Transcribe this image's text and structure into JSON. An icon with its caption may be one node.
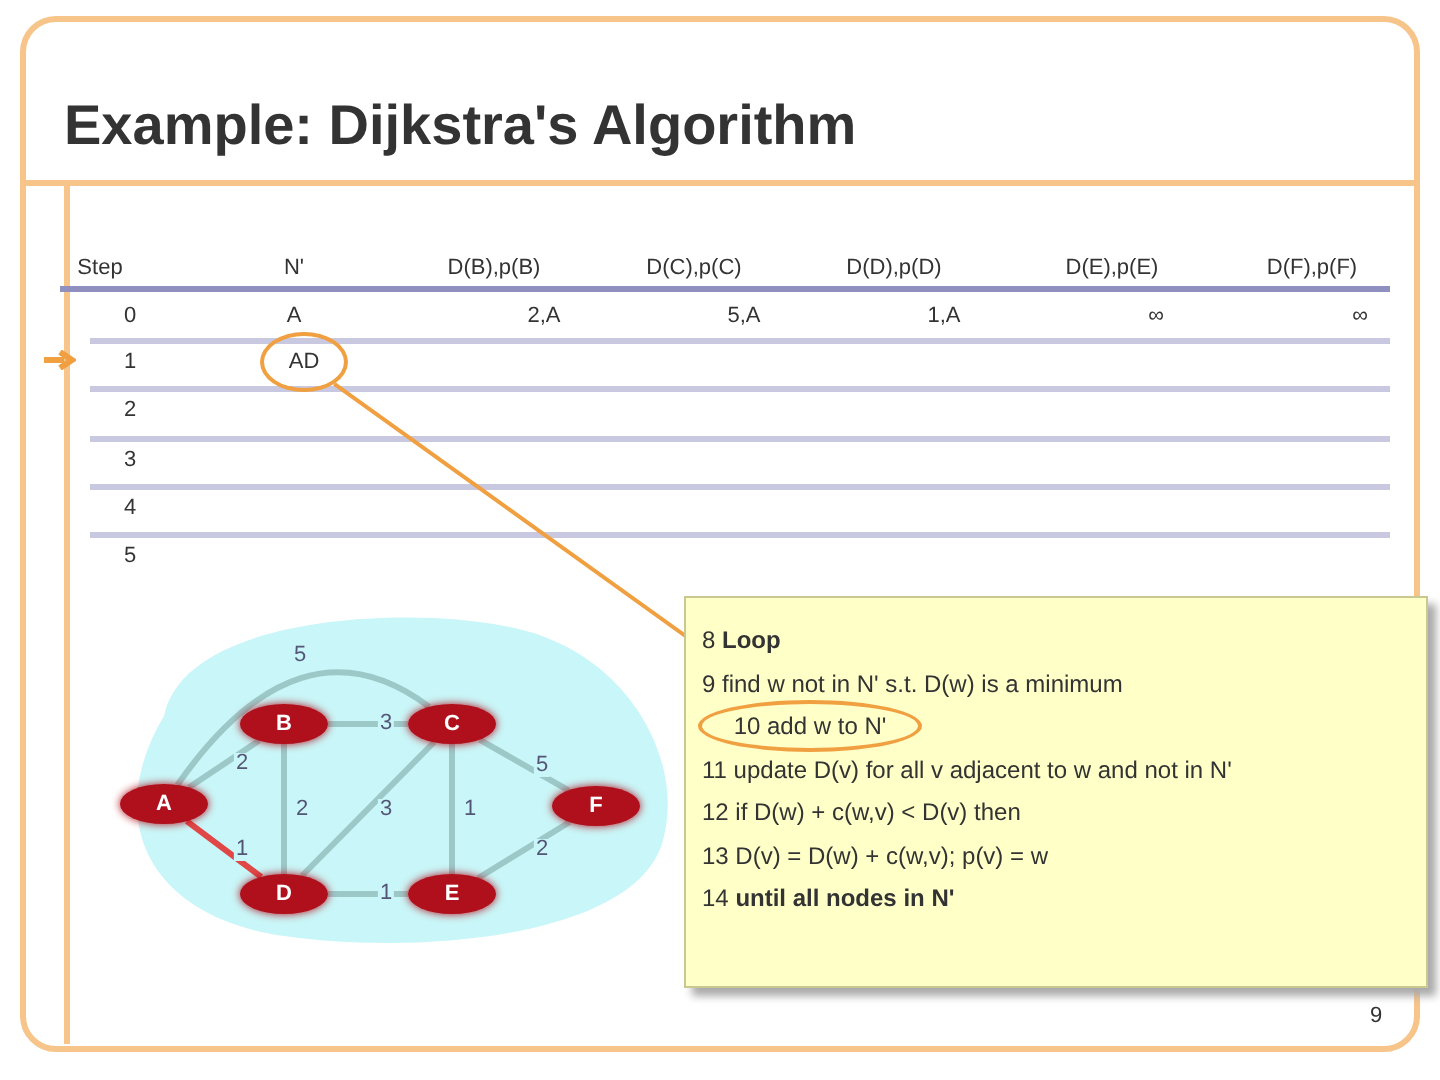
{
  "diagram": {
    "title": "Example: Dijkstra's Algorithm",
    "nodes": [
      {
        "text": [
          "A"
        ]
      },
      {
        "text": [
          "B"
        ]
      },
      {
        "text": [
          "C"
        ]
      },
      {
        "text": [
          "D"
        ]
      },
      {
        "text": [
          "E"
        ]
      },
      {
        "text": [
          "F"
        ]
      },
      {
        "text": [
          "AD"
        ]
      },
      {
        "text": [
          "8 **Loop**",
          "9 find w not in N' s.t. D(w) is a minimum",
          "11 update D(v) for all v adjacent to w and not in N'",
          "12 if D(w) + c(w,v) < D(v) then",
          "13 D(v) = D(w) + c(w,v); p(v) = w",
          "14 **until all nodes in N'**"
        ]
      },
      {
        "text": [
          "10 add w to N'"
        ],
        "in": 7
      }
    ],
    "edges": [
      {
        "from": 0,
        "to": 1,
        "arrow": "none",
        "label": "2"
      },
      {
        "from": 0,
        "to": 2,
        "arrow": "none",
        "label": "5"
      },
      {
        "from": 0,
        "to": 3,
        "arrow": "none",
        "label": "1",
        "color": "#e04848"
      },
      {
        "from": 1,
        "to": 2,
        "arrow": "none",
        "label": "3"
      },
      {
        "from": 1,
        "to": 3,
        "arrow": "none",
        "label": "2"
      },
      {
        "from": 3,
        "to": 2,
        "arrow": "none",
        "label": "3"
      },
      {
        "from": 2,
        "to": 4,
        "arrow": "none",
        "label": "1"
      },
      {
        "from": 2,
        "to": 5,
        "arrow": "none",
        "label": "5"
      },
      {
        "from": 3,
        "to": 4,
        "arrow": "none",
        "label": "1"
      },
      {
        "from": 4,
        "to": 5,
        "arrow": "none",
        "label": "2"
      },
      {
        "from": 6,
        "to": 8,
        "arrow": "none",
        "color": "#f0a040"
      }
    ],
    "labels": [
      "Step",
      "N'",
      "D(B),p(B)",
      "D(C),p(C)",
      "D(D),p(D)",
      "D(E),p(E)",
      "D(F),p(F)",
      "0",
      "A",
      "2,A",
      "5,A",
      "1,A",
      "∞",
      "∞",
      "1",
      "2",
      "3",
      "4",
      "5",
      "9"
    ]
  }
}
